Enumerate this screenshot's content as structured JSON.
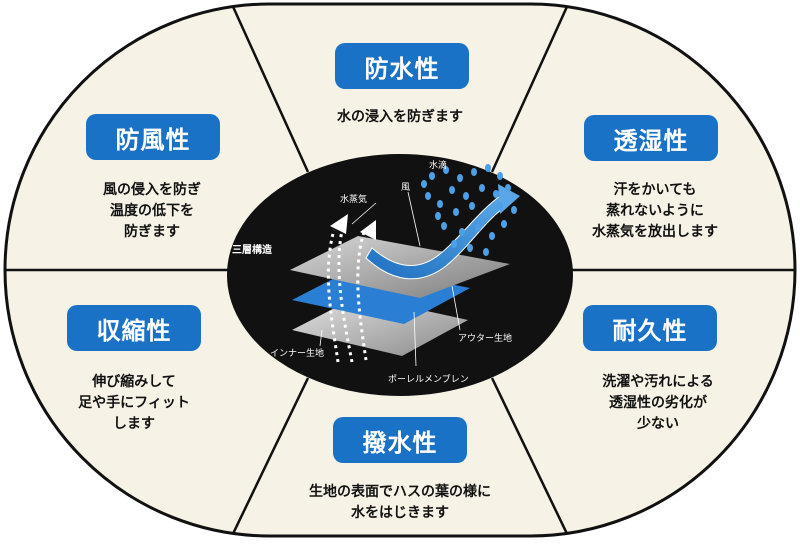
{
  "colors": {
    "badge": "#1a72c6",
    "cream": "#f6f2e6",
    "center": "#111111"
  },
  "segments": [
    {
      "id": "waterproof",
      "title": "防水性",
      "lines": [
        "水の浸入を防ぎます"
      ]
    },
    {
      "id": "breathable",
      "title": "透湿性",
      "lines": [
        "汗をかいても",
        "蒸れないように",
        "水蒸気を放出します"
      ]
    },
    {
      "id": "durable",
      "title": "耐久性",
      "lines": [
        "洗濯や汚れによる",
        "透湿性の劣化が",
        "少ない"
      ]
    },
    {
      "id": "repellent",
      "title": "撥水性",
      "lines": [
        "生地の表面でハスの葉の様に",
        "水をはじきます"
      ]
    },
    {
      "id": "stretch",
      "title": "収縮性",
      "lines": [
        "伸び縮みして",
        "足や手にフィット",
        "します"
      ]
    },
    {
      "id": "windproof",
      "title": "防風性",
      "lines": [
        "風の侵入を防ぎ",
        "温度の低下を",
        "防ぎます"
      ]
    }
  ],
  "center": {
    "structure_label": "三層構造",
    "vapor_label": "水蒸気",
    "wind_label": "風",
    "droplet_label": "水滴",
    "outer_label": "アウター生地",
    "inner_label": "インナー生地",
    "membrane_label": "ポーレルメンブレン"
  }
}
